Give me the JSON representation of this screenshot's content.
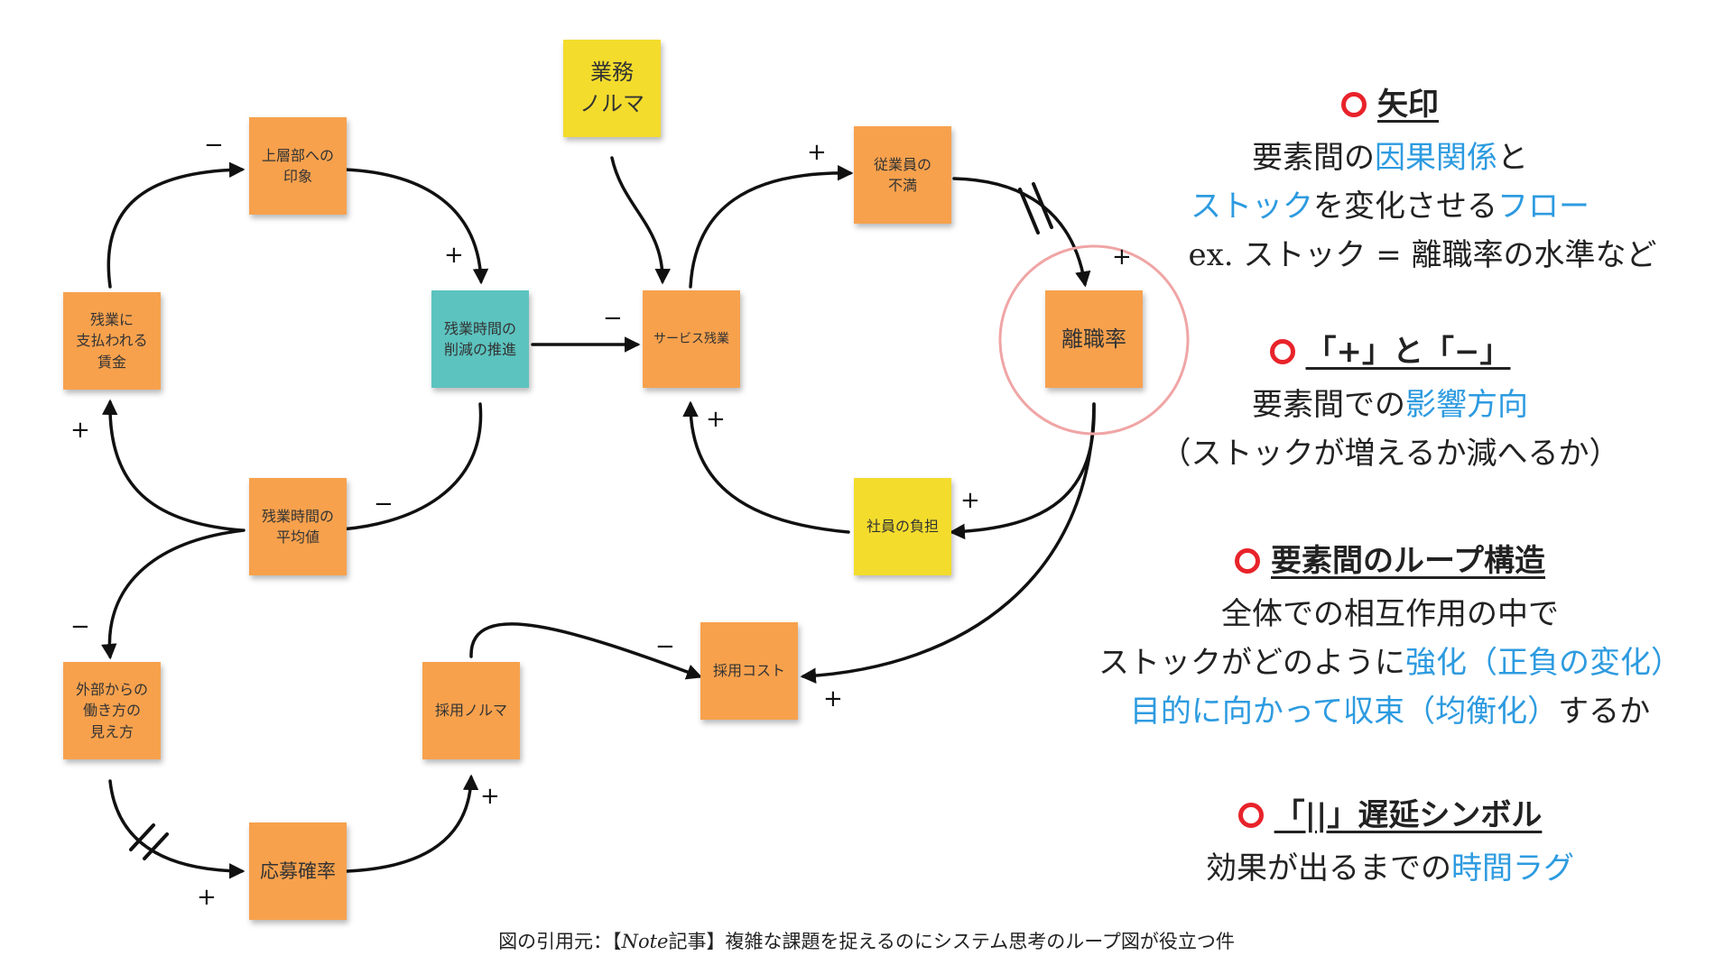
{
  "diagram": {
    "nodes": {
      "upper": "上層部への\n印象",
      "overtime_pay": "残業に\n支払われる\n賃金",
      "reduction": "残業時間の\n削減の推進",
      "avg_overtime": "残業時間の\n平均値",
      "external_view": "外部からの\n働き方の\n見え方",
      "hiring_quota": "採用ノルマ",
      "application_rate": "応募確率",
      "quota": "業務\nノルマ",
      "service_overtime": "サービス残業",
      "dissatisfaction": "従業員の\n不満",
      "turnover": "離職率",
      "burden": "社員の負担",
      "hiring_cost": "採用コスト"
    },
    "signs": {
      "minus": "−",
      "plus": "+"
    }
  },
  "legend": {
    "arrow": {
      "heading": "矢印",
      "line1a": "要素間の",
      "line1b": "因果関係",
      "line1c": "と",
      "line2a": "ストック",
      "line2b": "を変化させる",
      "line2c": "フロー",
      "line3": "ex. ストック = 離職率の水準など"
    },
    "signs": {
      "heading": "「+」と「−」",
      "line1a": "要素間での",
      "line1b": "影響方向",
      "line2": "（ストックが増えるか減へるか）"
    },
    "loop": {
      "heading": "要素間のループ構造",
      "line1": "全体での相互作用の中で",
      "line2a": "ストックがどのように",
      "line2b": "強化（正負の変化）",
      "line3a": "目的に向かって収束（均衡化）",
      "line3b": "するか"
    },
    "delay": {
      "heading": "「||」遅延シンボル",
      "line1a": "効果が出るまでの",
      "line1b": "時間ラグ"
    }
  },
  "citation_prefix": "図の引用元：【",
  "citation_note": "Note",
  "citation_suffix": "記事】複雑な課題を捉えるのにシステム思考のループ図が役立つ件",
  "colors": {
    "sticky_orange": "#f7a14d",
    "sticky_teal": "#5cc3bf",
    "sticky_yellow": "#f3dc2c",
    "highlight_blue": "#2d9be0",
    "circle_red": "#e8232a",
    "highlight_ring": "#f0a5a5"
  }
}
